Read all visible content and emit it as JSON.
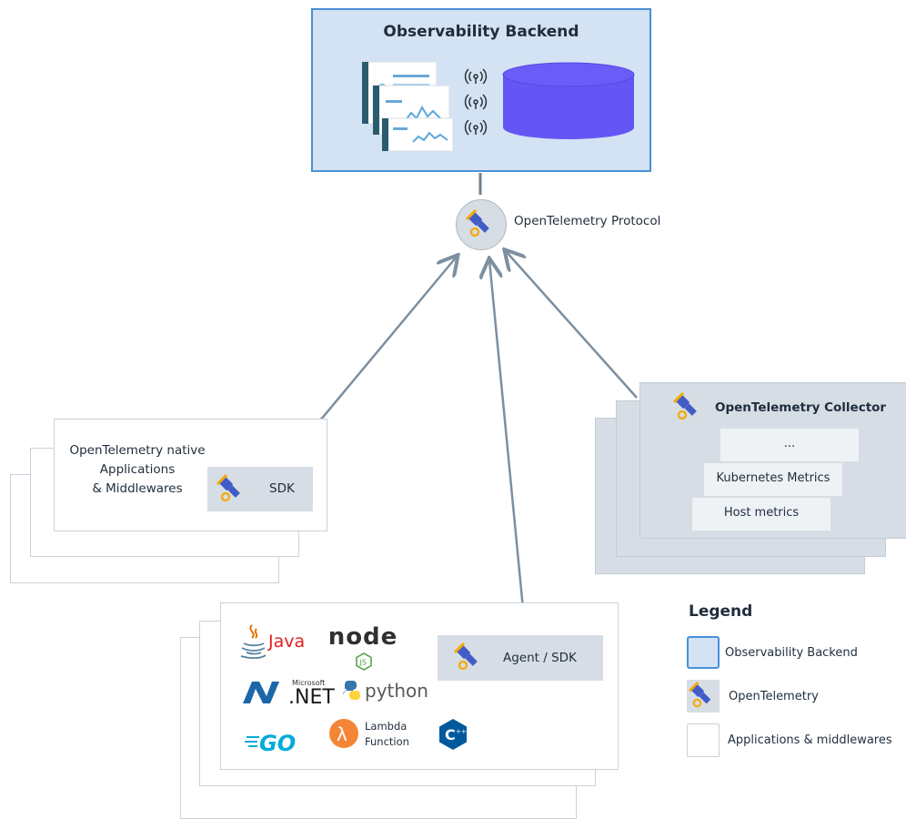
{
  "backend": {
    "title": "Observability Backend"
  },
  "protocol": {
    "label": "OpenTelemetry Protocol"
  },
  "native": {
    "line1": "OpenTelemetry native",
    "line2": "Applications",
    "line3": "& Middlewares",
    "sdk_label": "SDK"
  },
  "collector": {
    "title": "OpenTelemetry Collector",
    "items": [
      "...",
      "Kubernetes Metrics",
      "Host metrics"
    ]
  },
  "apps": {
    "agent_label": "Agent / SDK",
    "logos": {
      "java": "Java",
      "node": "node",
      "net_small": "Microsoft",
      "net": ".NET",
      "python": "python",
      "go": "GO",
      "lambda1": "Lambda",
      "lambda2": "Function"
    }
  },
  "legend": {
    "title": "Legend",
    "items": [
      "Observability Backend",
      "OpenTelemetry",
      "Applications & middlewares"
    ]
  },
  "colors": {
    "backend_fill": "#d3e3f4",
    "backend_border": "#4a8fd6",
    "database": "#6456f5",
    "otel_blue": "#425cc7",
    "otel_orange": "#f5a800"
  }
}
